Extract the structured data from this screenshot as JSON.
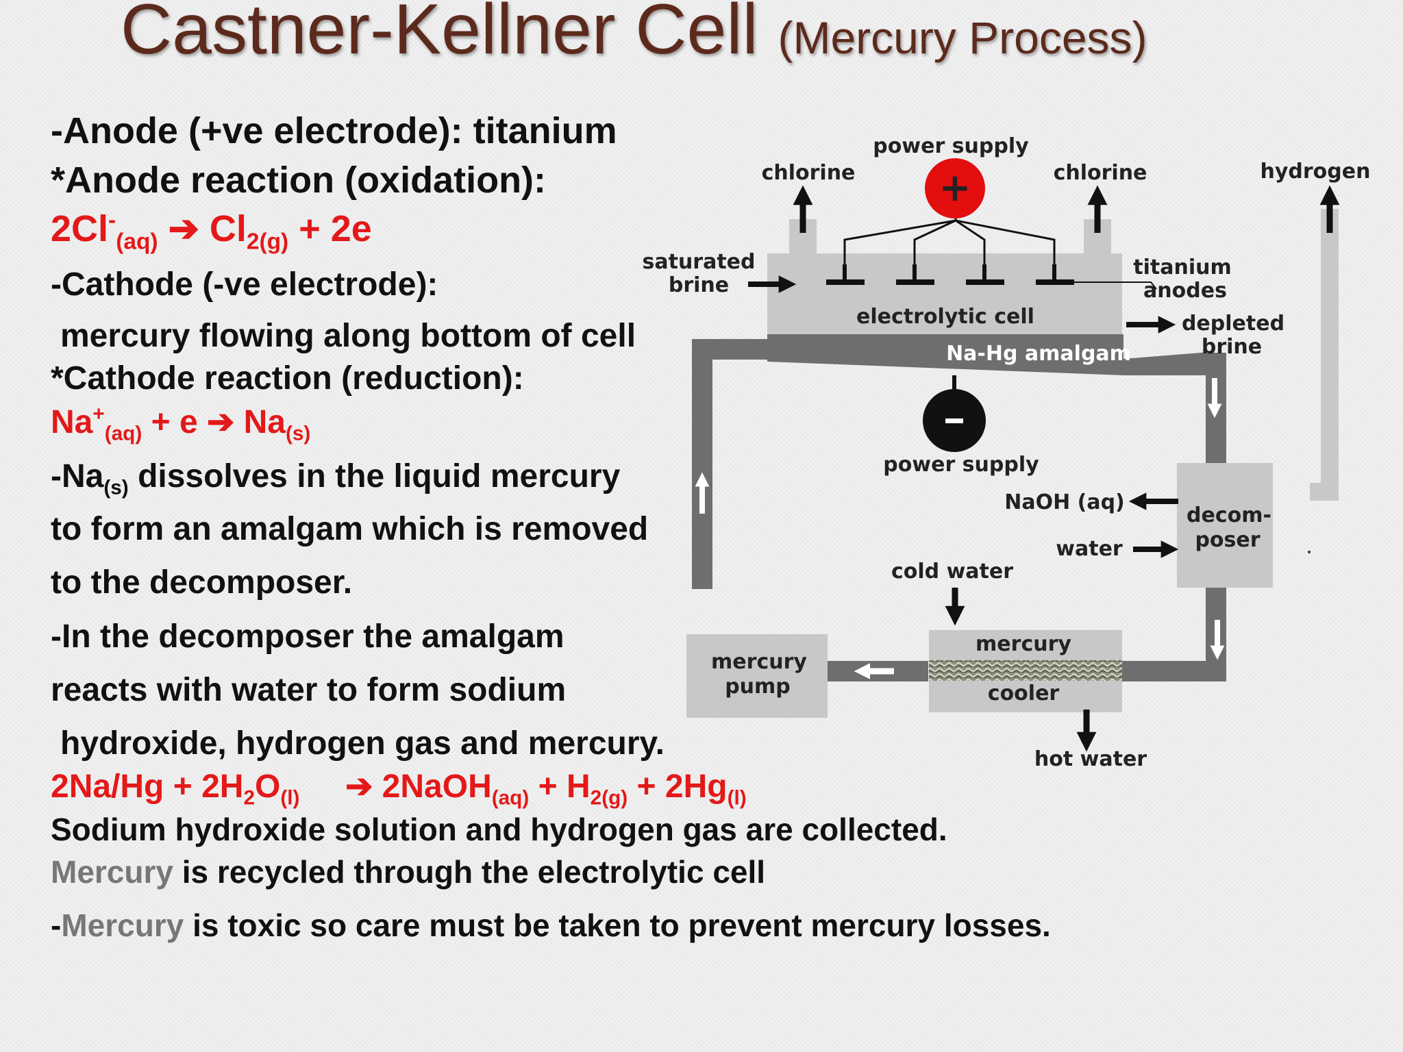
{
  "title": {
    "main": "Castner-Kellner Cell",
    "sub": "(Mercury Process)"
  },
  "body": {
    "anode_line": "-Anode (+ve electrode): titanium",
    "anode_reaction_label": "*Anode reaction (oxidation):",
    "anode_eq": {
      "lhs": "2Cl",
      "lhs_sup": "-",
      "lhs_sub": "(aq)",
      "arrow": "➔",
      "rhs1": "Cl",
      "rhs1_sub": "2(g)",
      "rhs2": "+ 2e"
    },
    "cathode_line": "-Cathode (-ve electrode):",
    "cathode_desc": "mercury flowing along bottom of cell",
    "cathode_reaction_label": "*Cathode reaction (reduction):",
    "cathode_eq": {
      "lhs": "Na",
      "lhs_sup": "+",
      "lhs_sub": "(aq)",
      "mid": "+ e",
      "arrow": "➔",
      "rhs": "Na",
      "rhs_sub": "(s)"
    },
    "dissolve_prefix": "-Na",
    "dissolve_sub": "(s)",
    "dissolve_rest": "dissolves in the liquid mercury",
    "amalgam_line1": "to form an amalgam which is removed",
    "amalgam_line2": "to the decomposer.",
    "decomp_line1": "-In the decomposer the amalgam",
    "decomp_line2": "reacts with water to form sodium",
    "decomp_line3": "hydroxide, hydrogen gas and mercury.",
    "decomp_eq": {
      "p1": "2Na/Hg + 2H",
      "p1_sub": "2",
      "p2": "O",
      "p2_sub": "(l)",
      "arrow": "➔",
      "p3": "2NaOH",
      "p3_sub": "(aq)",
      "p4": "+ H",
      "p4_sub": "2(g)",
      "p5": "+ 2Hg",
      "p5_sub": "(l)"
    },
    "collected_line": "Sodium hydroxide solution and hydrogen gas are collected.",
    "recycle_word": "Mercury",
    "recycle_rest": "is recycled through the electrolytic cell",
    "toxic_dash": "-",
    "toxic_word": "Mercury",
    "toxic_rest": "is toxic so care must be taken to prevent mercury losses."
  },
  "diagram": {
    "power_supply_top": "power supply",
    "plus_sign": "+",
    "minus_sign": "-",
    "chlorine_left": "chlorine",
    "chlorine_right": "chlorine",
    "hydrogen": "hydrogen",
    "saturated": "saturated",
    "brine": "brine",
    "titanium": "titanium",
    "anodes": "anodes",
    "electrolytic_cell": "electrolytic cell",
    "depleted": "depleted",
    "depleted_brine": "brine",
    "amalgam": "Na-Hg amalgam",
    "power_supply_bottom": "power supply",
    "naoh": "NaOH (aq)",
    "water": "water",
    "decom": "decom-",
    "poser": "poser",
    "cold_water": "cold water",
    "mercury": "mercury",
    "cooler": "cooler",
    "pump_mercury": "mercury",
    "pump": "pump",
    "hot_water": "hot water"
  }
}
